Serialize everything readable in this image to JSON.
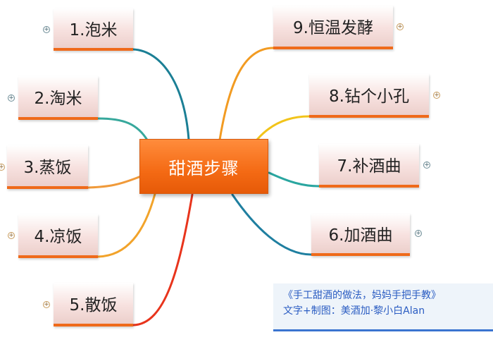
{
  "center": {
    "label": "甜酒步骤"
  },
  "nodes": [
    {
      "id": "n1",
      "label": "1.泡米"
    },
    {
      "id": "n2",
      "label": "2.淘米"
    },
    {
      "id": "n3",
      "label": "3.蒸饭"
    },
    {
      "id": "n4",
      "label": "4.凉饭"
    },
    {
      "id": "n5",
      "label": "5.散饭"
    },
    {
      "id": "n6",
      "label": "6.加酒曲"
    },
    {
      "id": "n7",
      "label": "7.补酒曲"
    },
    {
      "id": "n8",
      "label": "8.钻个小孔"
    },
    {
      "id": "n9",
      "label": "9.恒温发酵"
    }
  ],
  "links": [
    {
      "to": "n1",
      "color": "#1b7f95"
    },
    {
      "to": "n2",
      "color": "#37a89c"
    },
    {
      "to": "n3",
      "color": "#f09a3a"
    },
    {
      "to": "n4",
      "color": "#f2a32a"
    },
    {
      "to": "n5",
      "color": "#e8341c"
    },
    {
      "to": "n6",
      "color": "#1f7fa0"
    },
    {
      "to": "n7",
      "color": "#2aa6a0"
    },
    {
      "to": "n8",
      "color": "#f2c41a"
    },
    {
      "to": "n9",
      "color": "#f29b22"
    }
  ],
  "note": {
    "line1": "《手工甜酒的做法，妈妈手把手教》",
    "line2": "文字+制图：美酒加·黎小白Alan"
  },
  "expander_symbol": "+"
}
